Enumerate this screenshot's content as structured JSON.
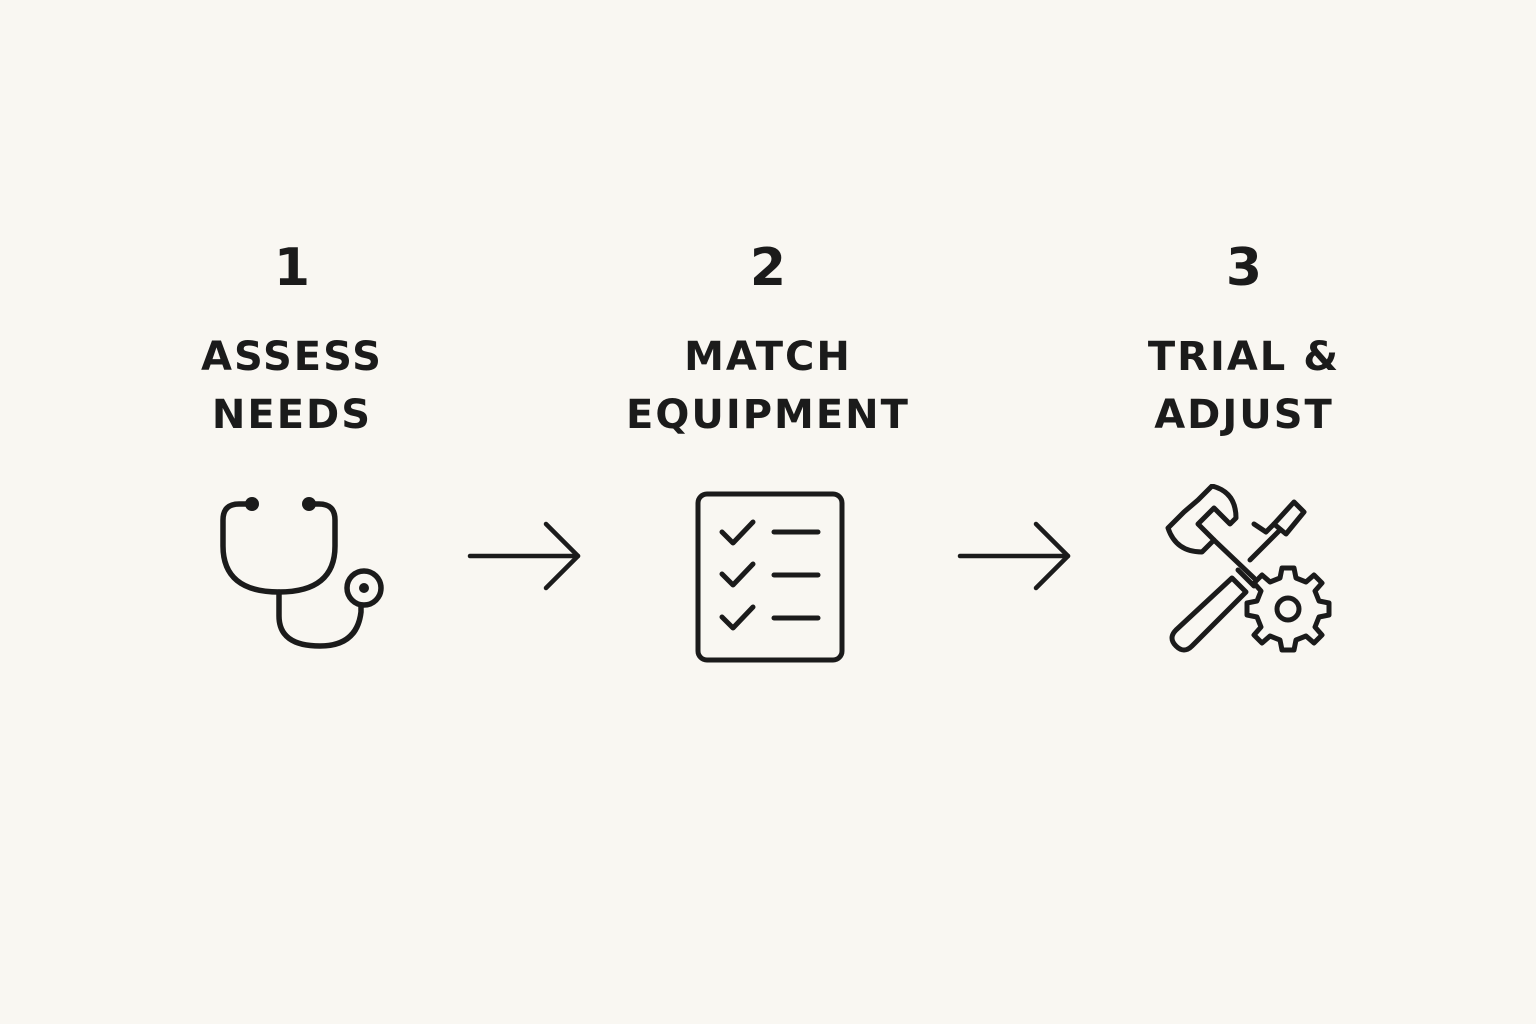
{
  "steps": [
    {
      "number": "1",
      "title": "ASSESS\nNEEDS",
      "icon": "stethoscope-icon"
    },
    {
      "number": "2",
      "title": "MATCH\nEQUIPMENT",
      "icon": "checklist-icon"
    },
    {
      "number": "3",
      "title": "TRIAL &\nADJUST",
      "icon": "tools-gear-icon"
    }
  ],
  "colors": {
    "background": "#f9f7f2",
    "ink": "#1b1b1b"
  }
}
